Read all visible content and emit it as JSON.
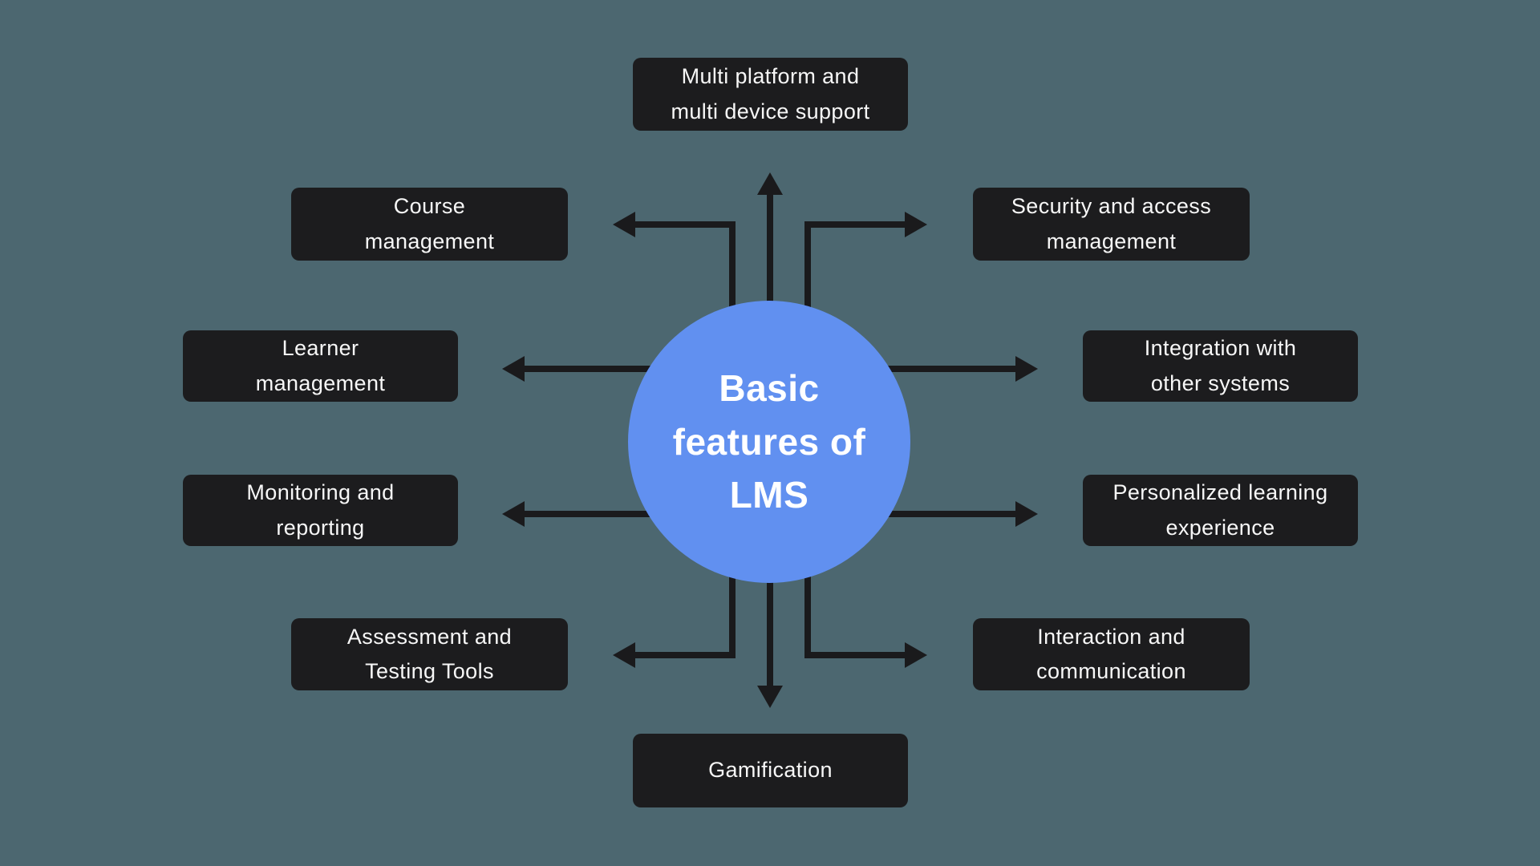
{
  "diagram_title": "Basic features of LMS",
  "colors": {
    "background": "#4c6770",
    "node_bg": "#1c1c1e",
    "node_text": "#f7f7f7",
    "hub_bg": "#6190f0",
    "hub_text": "#ffffff",
    "arrow": "#1a1a1c"
  },
  "hub": {
    "lines": [
      "Basic",
      "features of",
      "LMS"
    ]
  },
  "nodes": [
    {
      "id": "multi-platform",
      "lines": [
        "Multi platform and",
        "multi device support"
      ]
    },
    {
      "id": "course-management",
      "lines": [
        "Course",
        "management"
      ]
    },
    {
      "id": "security-access",
      "lines": [
        "Security and access",
        "management"
      ]
    },
    {
      "id": "learner-management",
      "lines": [
        "Learner",
        "management"
      ]
    },
    {
      "id": "integration-systems",
      "lines": [
        "Integration with",
        "other systems"
      ]
    },
    {
      "id": "monitoring-reporting",
      "lines": [
        "Monitoring and",
        "reporting"
      ]
    },
    {
      "id": "personalized-learning",
      "lines": [
        "Personalized learning",
        "experience"
      ]
    },
    {
      "id": "assessment-testing",
      "lines": [
        "Assessment and",
        "Testing Tools"
      ]
    },
    {
      "id": "interaction-communication",
      "lines": [
        "Interaction and",
        "communication"
      ]
    },
    {
      "id": "gamification",
      "lines": [
        "Gamification"
      ]
    }
  ]
}
